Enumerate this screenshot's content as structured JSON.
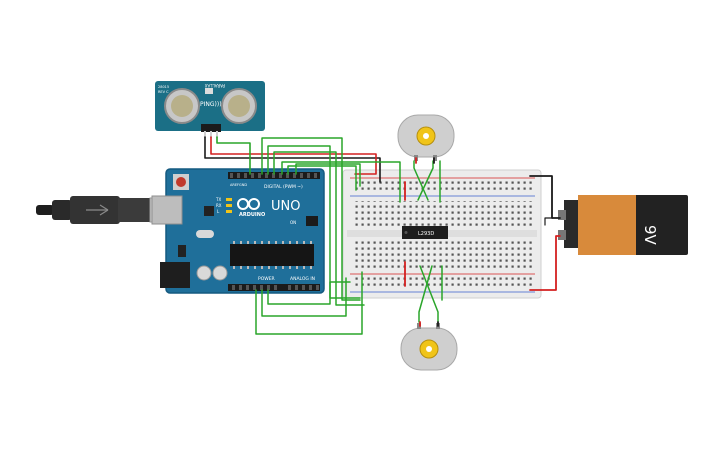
{
  "sensor": {
    "model_label": "PING)))",
    "brand_label": "PARALLAX",
    "code_label": "28015",
    "rev_label": "REV C"
  },
  "arduino": {
    "brand": "ARDUINO",
    "model": "UNO",
    "digital_label": "DIGITAL (PWM ~)",
    "power_label": "POWER",
    "analog_label": "ANALOG IN",
    "tx_label": "TX",
    "rx_label": "RX",
    "l_label": "L",
    "on_label": "ON",
    "aref_label": "AREF",
    "gnd_label": "GND"
  },
  "chip": {
    "label": "L293D"
  },
  "battery": {
    "label": "9V",
    "color": "#d88a3b"
  },
  "colors": {
    "wire_green": "#2aa52a",
    "wire_red": "#d42020",
    "wire_black": "#1a1a1a",
    "board_blue": "#1f6f9a",
    "sensor_teal": "#1b6f86"
  }
}
